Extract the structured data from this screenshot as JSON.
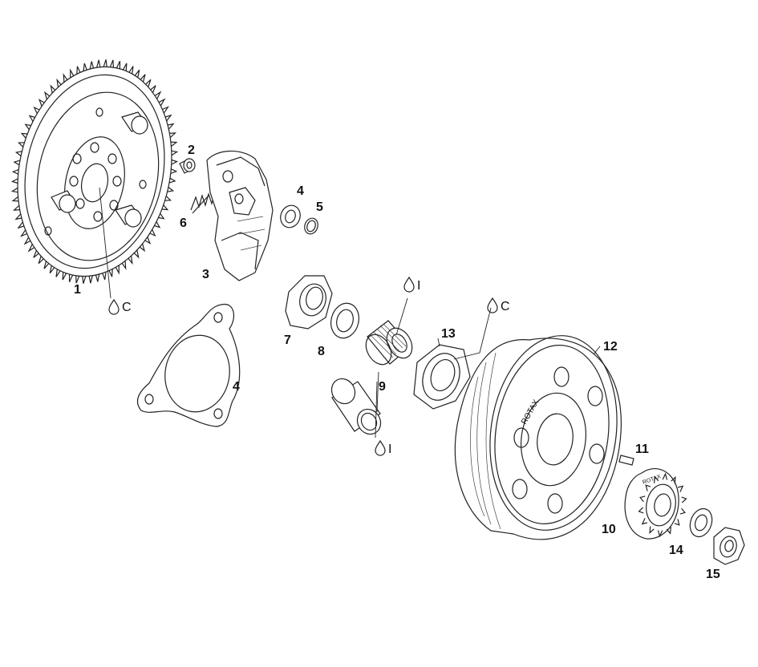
{
  "callouts": {
    "c1": "1",
    "c2": "2",
    "c3": "3",
    "c4a": "4",
    "c4b": "4",
    "c5": "5",
    "c6": "6",
    "c7": "7",
    "c8": "8",
    "c9": "9",
    "c10": "10",
    "c11": "11",
    "c12": "12",
    "c13": "13",
    "c14": "14",
    "c15": "15"
  },
  "lubricant_marks": {
    "m1": "C",
    "m2": "I",
    "m3": "C",
    "m4": "I"
  },
  "embossed_text": {
    "drum_brand": "ROTAX",
    "hub_brand": "ROTAX"
  }
}
